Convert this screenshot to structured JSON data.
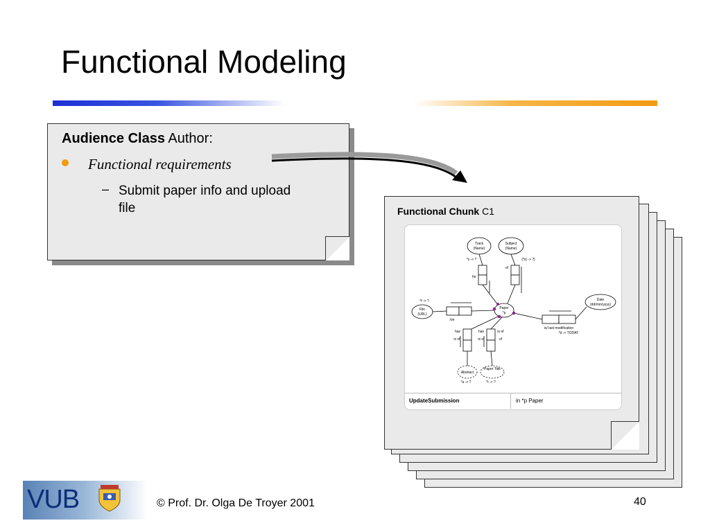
{
  "slide": {
    "title": "Functional Modeling",
    "footer": "© Prof. Dr. Olga De Troyer 2001",
    "page_number": "40",
    "logo_text": "VUB"
  },
  "note": {
    "audience_bold": "Audience Class",
    "audience_rest": " Author:",
    "bullet": "Functional requirements",
    "sub_dash": "–",
    "sub_item": "Submit paper info and upload file"
  },
  "chunk": {
    "title_bold": "Functional Chunk",
    "title_rest": " C1",
    "table": {
      "left": "UpdateSubmission",
      "right": "in *p Paper"
    },
    "diagram_labels": {
      "track": [
        "Track",
        "(Name)"
      ],
      "subject": [
        "Subject",
        "(Name)"
      ],
      "track_cond": "*s -> ?",
      "subject_cond": "{*s} -> ?}",
      "for": "for",
      "of": "of",
      "file_cond": "*f -> ?",
      "file": [
        "File",
        "(URL)"
      ],
      "on": "/on",
      "paper": [
        "Paper",
        "*p"
      ],
      "date": [
        "Date",
        "(dd/mm/yyyy)"
      ],
      "last_mod": "is/ last modification",
      "today": "*d -> TODAY",
      "has1": "has",
      "is_of1": "is of",
      "has2": "has",
      "is_of2": "is of",
      "is_of3": "is of",
      "of3": "of",
      "abstract": "Abstract",
      "paper_title": "Paper Title",
      "abstract_cond": "*a -> ?",
      "title_cond": "*t -> ?"
    }
  },
  "colors": {
    "accent_blue": "#1c2fd6",
    "accent_orange": "#f29a10",
    "card_gray": "#eaeaea",
    "role_purple": "#8a2c8a"
  }
}
